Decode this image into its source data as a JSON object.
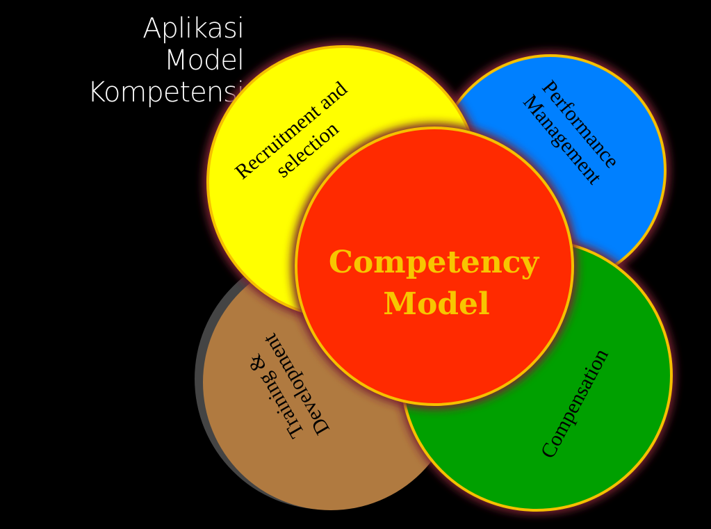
{
  "title": {
    "line1": "Aplikasi",
    "line2": "Model Kompetensi"
  },
  "circles": {
    "recruitment": {
      "line1": "Recruitment and",
      "line2": "selection",
      "color": "#ffff00"
    },
    "performance": {
      "line1": "Performance",
      "line2": "Management",
      "color": "#0080ff"
    },
    "compensation": {
      "line1": "Compensation",
      "color": "#00a000"
    },
    "training": {
      "line1": "Training &",
      "line2": "Development",
      "color": "#b07a40"
    },
    "center": {
      "line1": "Competency",
      "line2": "Model",
      "color": "#ff2a00"
    }
  },
  "colors": {
    "border": "#f5c000",
    "glow": "#7a2030"
  }
}
